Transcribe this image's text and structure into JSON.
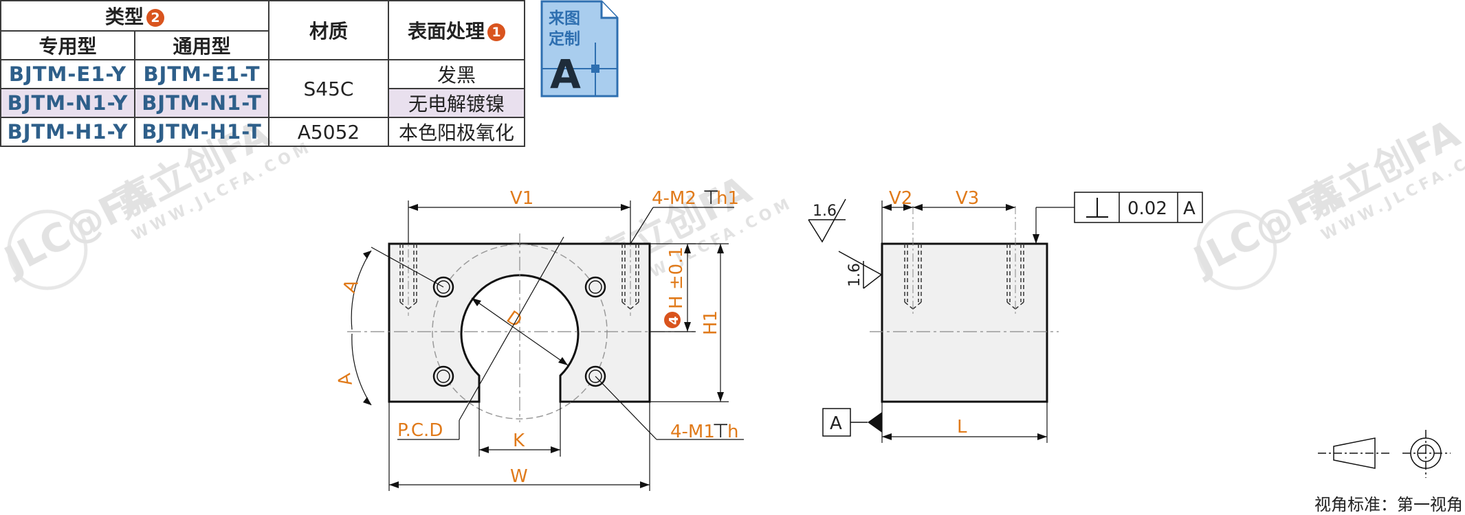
{
  "table": {
    "type_header": "类型",
    "type_badge": "2",
    "material_header": "材质",
    "surface_header": "表面处理",
    "surface_badge": "1",
    "dedicated_header": "专用型",
    "general_header": "通用型",
    "rows": [
      {
        "dedicated": "BJTM-E1-Y",
        "general": "BJTM-E1-T",
        "surface": "发黑"
      },
      {
        "dedicated": "BJTM-N1-Y",
        "general": "BJTM-N1-T",
        "surface": "无电解镀镍"
      },
      {
        "dedicated": "BJTM-H1-Y",
        "general": "BJTM-H1-T",
        "surface": "本色阳极氧化"
      }
    ],
    "material_1": "S45C",
    "material_2": "A5052"
  },
  "custom_icon": {
    "line1": "来图",
    "line2": "定制",
    "letter": "A"
  },
  "watermark": {
    "brand": "JLC@FA",
    "name": "嘉立创FA",
    "url": "WWW.JLCFA.COM"
  },
  "front_view": {
    "v1": "V1",
    "thread_top": "4-M2",
    "thread_top_depth": "h1",
    "a_upper": "A",
    "a_lower": "A",
    "d": "D",
    "h_badge": "4",
    "h_tol": "H ±0.1",
    "h1": "H1",
    "pcd": "P.C.D",
    "k": "K",
    "w": "W",
    "thread_bottom": "4-M1",
    "thread_bottom_depth": "h"
  },
  "side_view": {
    "v2": "V2",
    "v3": "V3",
    "l": "L",
    "rough_top": "1.6",
    "rough_side": "1.6",
    "perp_value": "0.02",
    "perp_datum": "A",
    "datum": "A"
  },
  "view_standard": "视角标准：第一视角",
  "colors": {
    "dimension": "#e07a1a",
    "code": "#2e5f8a",
    "badge": "#d9541e",
    "part_fill": "#f0f0f0",
    "icon_fill": "#a9cdee"
  }
}
